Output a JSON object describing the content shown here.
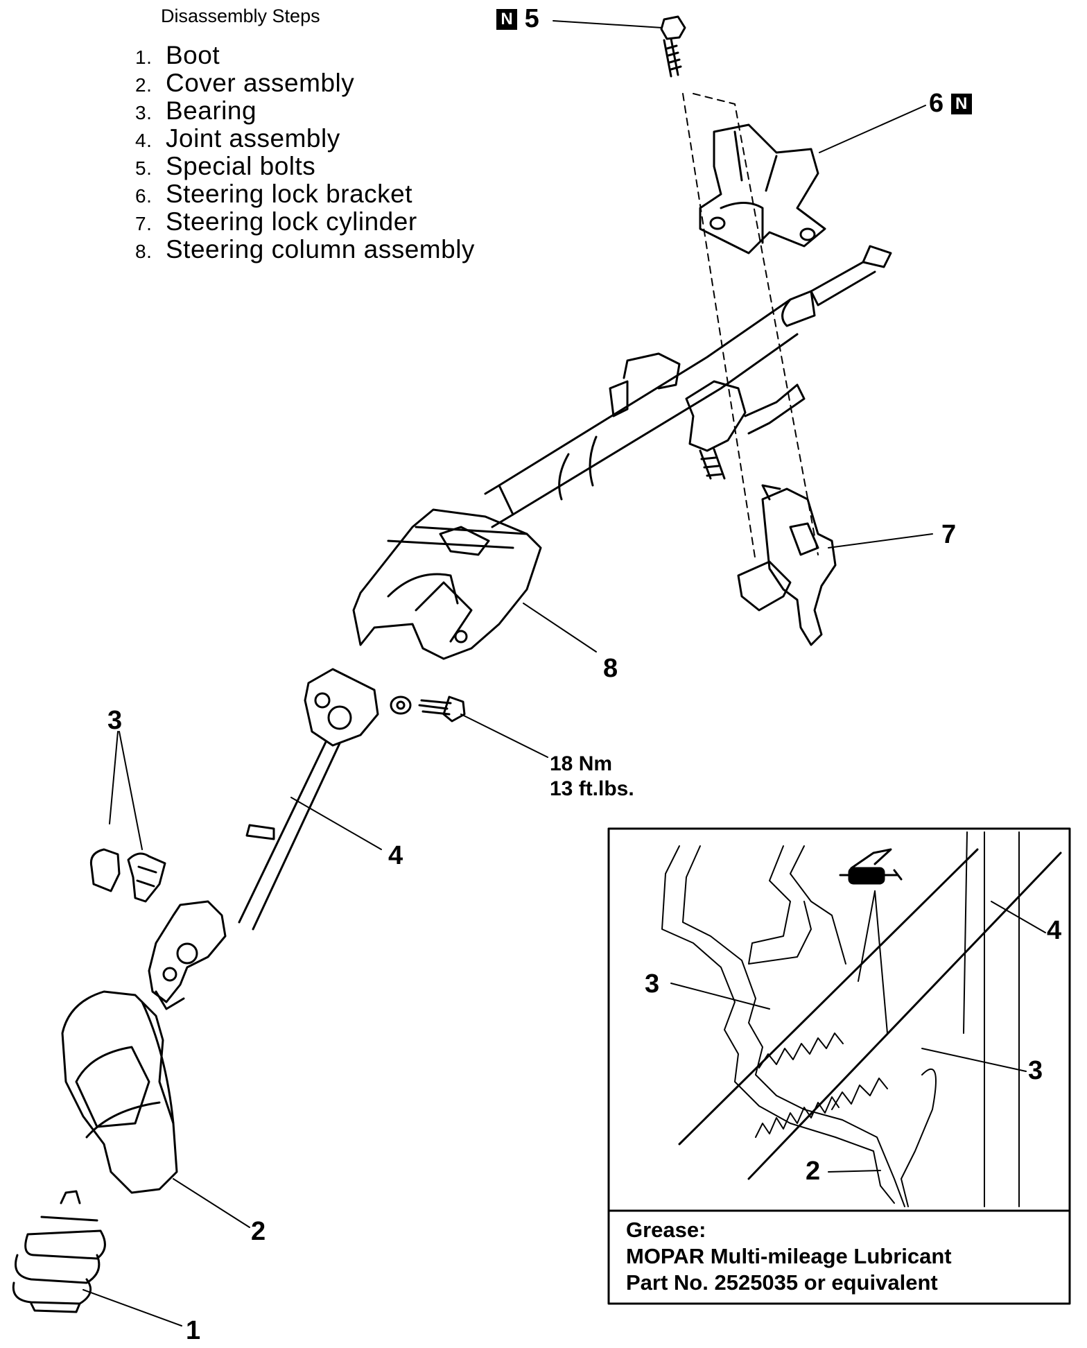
{
  "header": {
    "title": "Disassembly Steps"
  },
  "steps": [
    {
      "num": "1.",
      "label": "Boot"
    },
    {
      "num": "2.",
      "label": "Cover assembly"
    },
    {
      "num": "3.",
      "label": "Bearing"
    },
    {
      "num": "4.",
      "label": "Joint assembly"
    },
    {
      "num": "5.",
      "label": "Special bolts"
    },
    {
      "num": "6.",
      "label": "Steering lock bracket"
    },
    {
      "num": "7.",
      "label": "Steering lock cylinder"
    },
    {
      "num": "8.",
      "label": "Steering column assembly"
    }
  ],
  "callouts": {
    "c1": "1",
    "c2": "2",
    "c3": "3",
    "c4": "4",
    "c5": "5",
    "c6": "6",
    "c7": "7",
    "c8": "8",
    "n_badge": "N"
  },
  "torque": {
    "nm": "18 Nm",
    "ftlbs": "13 ft.lbs."
  },
  "inset": {
    "labels": {
      "a": "3",
      "b": "3",
      "c": "4",
      "d": "2"
    },
    "grease": {
      "title": "Grease:",
      "line1": "MOPAR Multi-mileage Lubricant",
      "line2": "Part No. 2525035 or equivalent"
    },
    "icon": "grease-gun-icon"
  }
}
